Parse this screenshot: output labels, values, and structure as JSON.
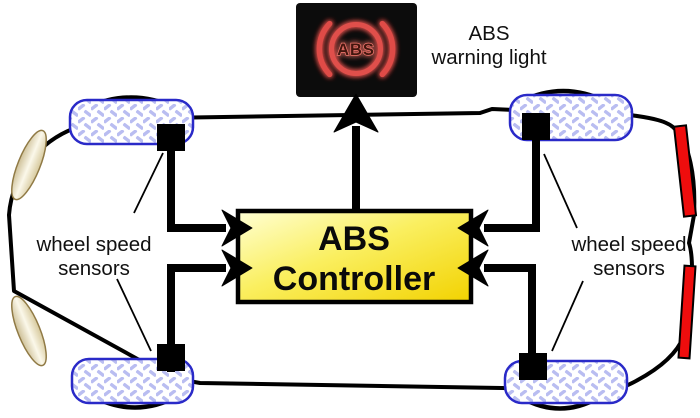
{
  "warning_light": {
    "indicator_text": "ABS",
    "caption_line1": "ABS",
    "caption_line2": "warning light"
  },
  "controller": {
    "label_line1": "ABS",
    "label_line2": "Controller"
  },
  "sensor_labels": {
    "left_line1": "wheel speed",
    "left_line2": "sensors",
    "right_line1": "wheel speed",
    "right_line2": "sensors"
  },
  "colors": {
    "controller_gradient_start": "#ffffd4",
    "controller_gradient_end": "#f2d200",
    "warning_light_bg": "#0c0c0c",
    "warning_symbol_red": "#e0504b",
    "taillight_red": "#ee0d0d",
    "headlight_beige": "#e6dcba",
    "wheel_border_blue": "#2a2ac8",
    "wheel_tread_lavender": "#b9bdf1",
    "wire_black": "#000000"
  }
}
